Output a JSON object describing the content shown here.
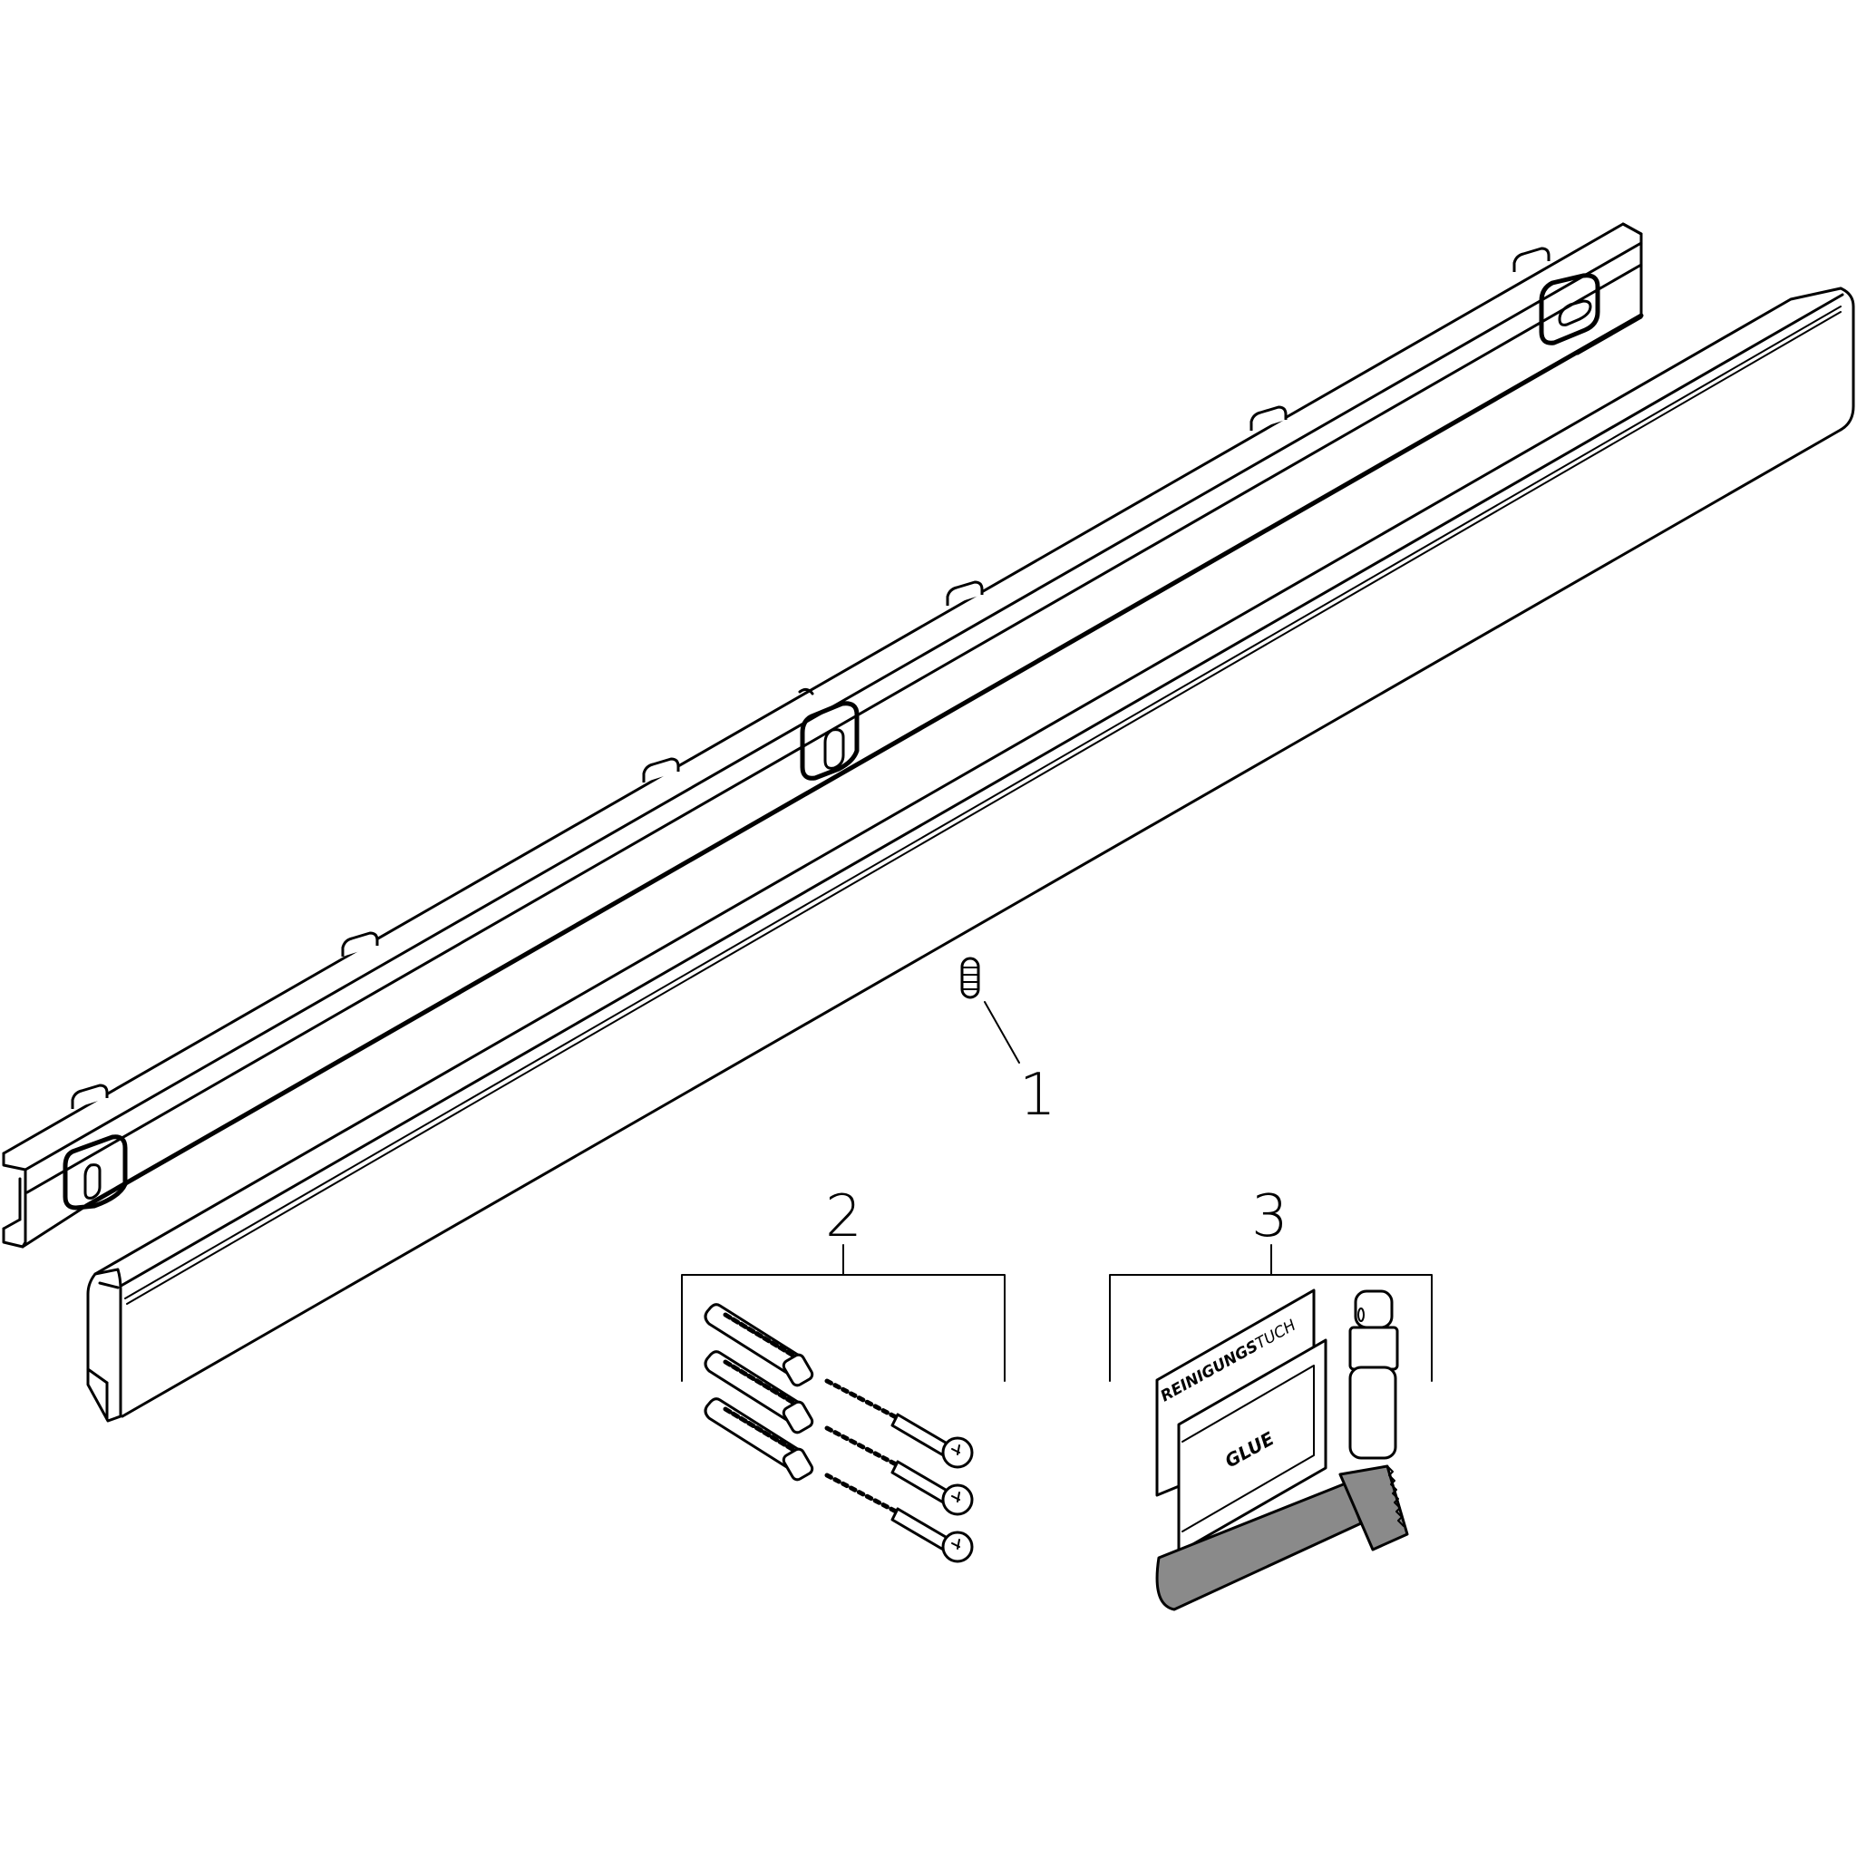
{
  "diagram": {
    "type": "exploded-parts-view",
    "background": "#ffffff",
    "line_color": "#000000",
    "fill_gray": "#8a8a8a"
  },
  "parts": [
    {
      "id": "mounting-rail",
      "label": "",
      "description": "C-profile mounting rail with 3 slotted mounting holes and clips"
    },
    {
      "id": "cover-bar",
      "label": "",
      "description": "Long rectangular cover bar with rounded end caps"
    },
    {
      "id": "part-1",
      "callout": "1",
      "description": "Set screw / threaded pin"
    },
    {
      "id": "part-2",
      "callout": "2",
      "description": "Wall anchors and screws set (3x)"
    },
    {
      "id": "part-3",
      "callout": "3",
      "description": "Installation kit: cleaning cloth, glue sachet, spray bottle, glue tube"
    }
  ],
  "callouts": {
    "one": "1",
    "two": "2",
    "three": "3"
  },
  "package_labels": {
    "cleaning_cloth_bold": "REINIGUNGS",
    "cleaning_cloth_light": "TUCH",
    "glue": "GLUE"
  }
}
